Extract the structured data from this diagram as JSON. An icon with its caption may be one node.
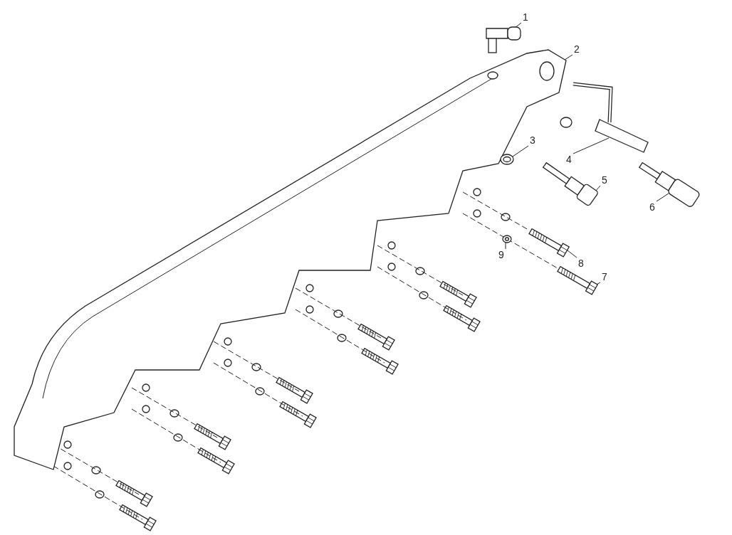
{
  "diagram": {
    "nodes": [
      {
        "text": [
          "1"
        ]
      },
      {
        "text": [
          "2"
        ]
      },
      {
        "text": [
          "3"
        ]
      },
      {
        "text": [
          "4"
        ]
      },
      {
        "text": [
          "5"
        ]
      },
      {
        "text": [
          "6"
        ]
      },
      {
        "text": [
          "7"
        ]
      },
      {
        "text": [
          "8"
        ]
      },
      {
        "text": [
          "9"
        ]
      },
      {
        "text": [],
        "shape": "picture"
      },
      {
        "text": [],
        "shape": "picture"
      },
      {
        "text": [],
        "shape": "picture"
      },
      {
        "text": [],
        "shape": "picture"
      },
      {
        "text": [],
        "shape": "picture"
      },
      {
        "text": [],
        "shape": "picture"
      },
      {
        "text": [],
        "shape": "picture"
      },
      {
        "text": [],
        "shape": "picture"
      },
      {
        "text": [],
        "shape": "picture"
      }
    ],
    "edges": [
      {
        "from": 0,
        "to": 9,
        "arrow": "none"
      },
      {
        "from": 1,
        "to": 10,
        "arrow": "none"
      },
      {
        "from": 2,
        "to": 11,
        "arrow": "none"
      },
      {
        "from": 3,
        "to": 12,
        "arrow": "none"
      },
      {
        "from": 4,
        "to": 13,
        "arrow": "none"
      },
      {
        "from": 5,
        "to": 14,
        "arrow": "none"
      },
      {
        "from": 6,
        "to": 15,
        "arrow": "none"
      },
      {
        "from": 7,
        "to": 16,
        "arrow": "none"
      },
      {
        "from": 8,
        "to": 17,
        "arrow": "none"
      }
    ]
  }
}
